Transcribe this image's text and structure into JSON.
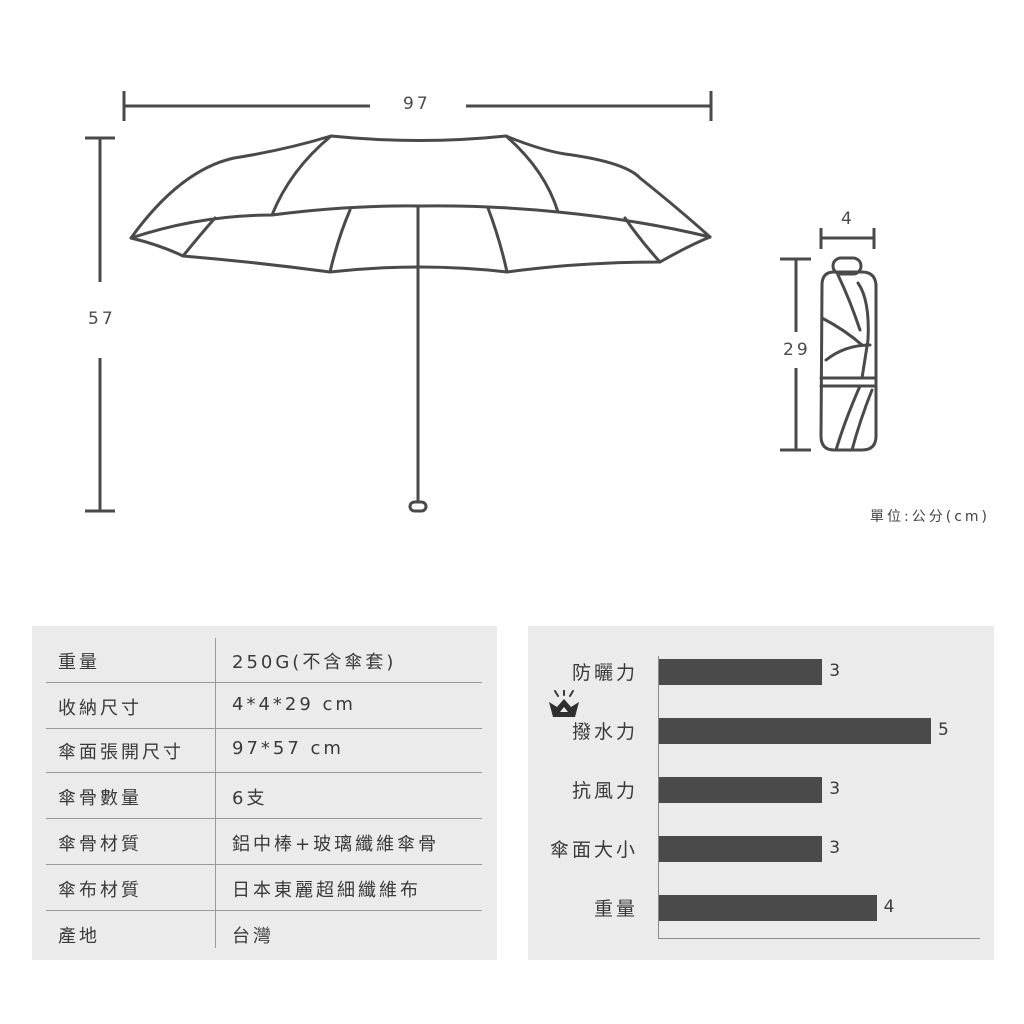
{
  "dimensions": {
    "open_width": "97",
    "open_height": "57",
    "folded_width": "4",
    "folded_length": "29"
  },
  "unit_note": "單位:公分(cm)",
  "specs": [
    {
      "key": "重量",
      "value": "250G(不含傘套)"
    },
    {
      "key": "收納尺寸",
      "value": "4*4*29 cm"
    },
    {
      "key": "傘面張開尺寸",
      "value": "97*57 cm"
    },
    {
      "key": "傘骨數量",
      "value": "6支"
    },
    {
      "key": "傘骨材質",
      "value": "鋁中棒+玻璃纖維傘骨"
    },
    {
      "key": "傘布材質",
      "value": "日本東麗超細纖維布"
    },
    {
      "key": "產地",
      "value": "台灣"
    }
  ],
  "chart_data": {
    "type": "bar",
    "orientation": "horizontal",
    "categories": [
      "防曬力",
      "撥水力",
      "抗風力",
      "傘面大小",
      "重量"
    ],
    "values": [
      3,
      5,
      3,
      3,
      4
    ],
    "xlim": [
      0,
      5.5
    ],
    "grid": false,
    "highlight_icon": "crown-icon",
    "highlight_category": "撥水力",
    "colors": {
      "bar": "#4a4a4a",
      "panel": "#ebebeb"
    }
  },
  "icons": {
    "open_umbrella": "open-umbrella-icon",
    "folded_umbrella": "folded-umbrella-icon",
    "crown": "crown-icon"
  }
}
